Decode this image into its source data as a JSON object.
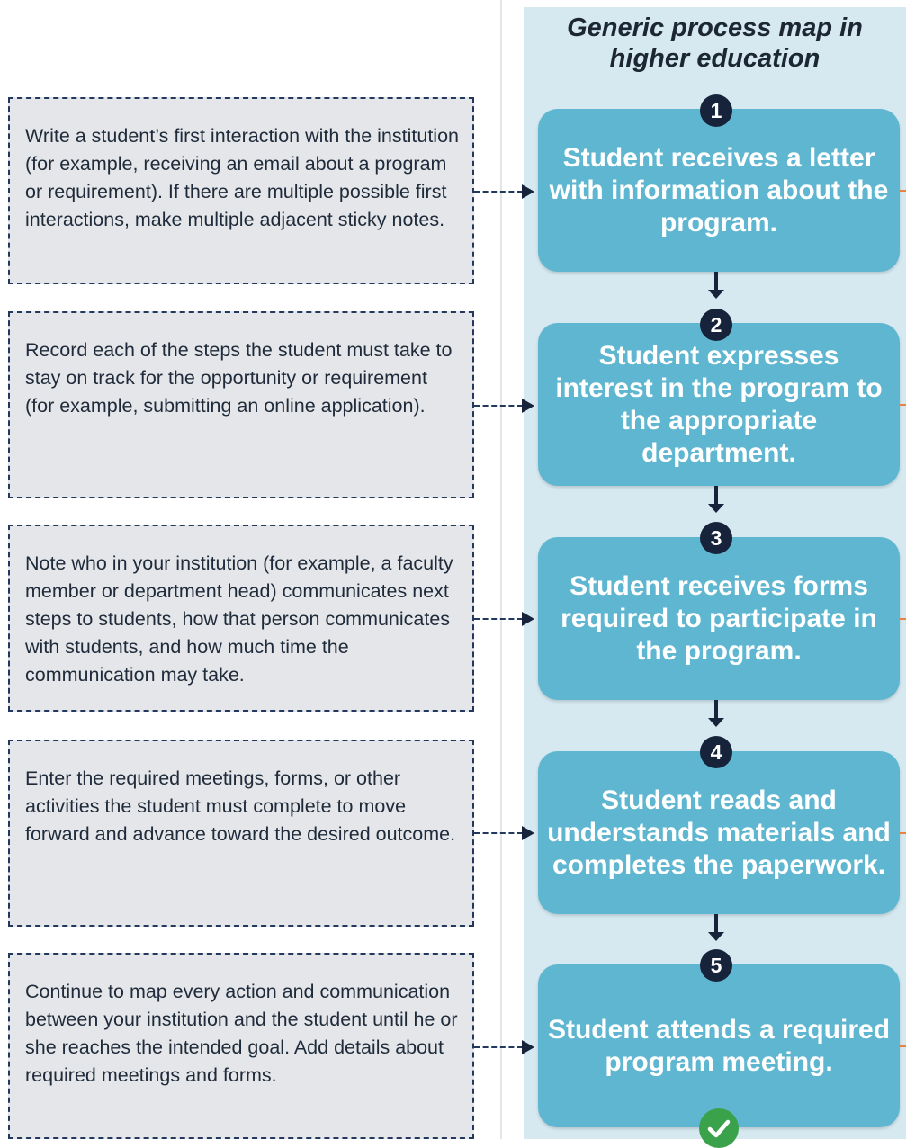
{
  "title": "Generic process map in\nhigher education",
  "notes": [
    "Write a student’s first interaction with the institution (for example, receiving an email about a program or requirement). If there are multiple possible first interactions, make multiple adjacent sticky notes.",
    "Record each of the steps the student must take to stay on track for the opportunity or requirement (for example, submitting an online application).",
    "Note who in your institution (for example, a faculty member or department head) communicates next steps to students, how that person communicates with students, and how much time the communication may take.",
    "Enter the required meetings, forms, or other activities the student must complete to move forward and advance toward the desired outcome.",
    "Continue to map every action and communication between your institution and the student until he or she reaches the intended goal. Add details about required meetings and forms."
  ],
  "steps": [
    {
      "number": "1",
      "text": "Student receives a letter with information about the program."
    },
    {
      "number": "2",
      "text": "Student expresses interest in the program to the appropriate department."
    },
    {
      "number": "3",
      "text": "Student receives forms required to participate in the program."
    },
    {
      "number": "4",
      "text": "Student reads and understands materials and completes the paperwork."
    },
    {
      "number": "5",
      "text": "Student attends a required program meeting."
    }
  ],
  "colors": {
    "panel": "#d6e9f1",
    "step_box": "#5fb6d0",
    "badge": "#17233a",
    "note_bg": "#e4e6e9",
    "note_border": "#22385c",
    "check": "#3aa24a",
    "side_connector": "#e7833e"
  },
  "icons": {
    "completion": "check-icon"
  }
}
